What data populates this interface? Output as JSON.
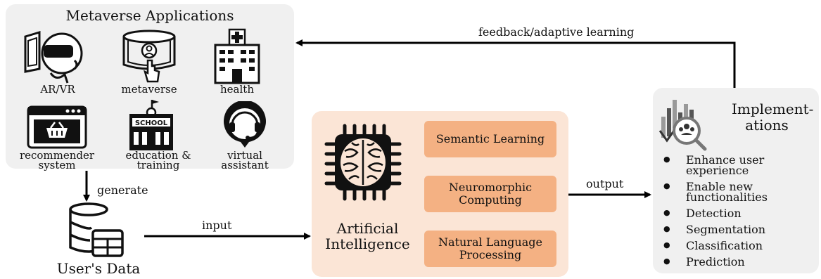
{
  "metaverse": {
    "title": "Metaverse Applications",
    "apps": [
      {
        "label": "AR/VR",
        "icon": "vr-headset-icon"
      },
      {
        "label": "metaverse",
        "icon": "metaverse-touch-icon"
      },
      {
        "label": "health",
        "icon": "hospital-icon"
      },
      {
        "label": "recommender system",
        "icon": "shopping-basket-screen-icon"
      },
      {
        "label": "education & training",
        "icon": "school-icon"
      },
      {
        "label": "virtual assistant",
        "icon": "headset-assistant-icon"
      }
    ]
  },
  "data_node": {
    "label": "User's Data",
    "icon": "database-table-icon"
  },
  "ai": {
    "title": "Artificial Intelligence",
    "icon": "brain-chip-icon",
    "modules": [
      "Semantic Learning",
      "Neuromorphic Computing",
      "Natural Language Processing"
    ]
  },
  "implementations": {
    "title": "Implement- ations",
    "icon": "analytics-search-icon",
    "items": [
      "Enhance user experience",
      "Enable new functionalities",
      "Detection",
      "Segmentation",
      "Classification",
      "Prediction"
    ]
  },
  "arrows": {
    "generate": "generate",
    "input": "input",
    "output": "output",
    "feedback": "feedback/adaptive learning"
  },
  "colors": {
    "grey_panel": "#f0f0f0",
    "ai_panel": "#fbe5d6",
    "ai_module": "#f4b183"
  }
}
